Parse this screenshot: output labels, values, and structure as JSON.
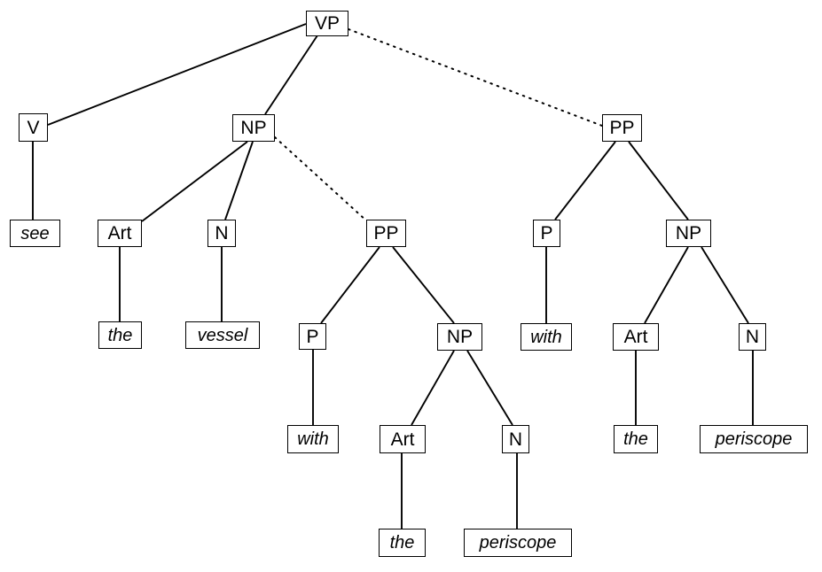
{
  "diagram": {
    "title": "syntactic-tree-pp-attachment-ambiguity",
    "sentence": "see the vessel with the periscope",
    "line_color": "#000000",
    "box_fill": "#ffffff",
    "background": "#ffffff"
  },
  "nodes": {
    "vp_root": {
      "label": "VP",
      "kind": "category"
    },
    "v_1": {
      "label": "V",
      "kind": "category"
    },
    "see_leaf": {
      "label": "see",
      "kind": "leaf"
    },
    "np_1": {
      "label": "NP",
      "kind": "category"
    },
    "art_1": {
      "label": "Art",
      "kind": "category"
    },
    "the_1": {
      "label": "the",
      "kind": "leaf"
    },
    "n_1": {
      "label": "N",
      "kind": "category"
    },
    "vessel_leaf": {
      "label": "vessel",
      "kind": "leaf"
    },
    "pp_mid": {
      "label": "PP",
      "kind": "category"
    },
    "p_mid": {
      "label": "P",
      "kind": "category"
    },
    "with_mid": {
      "label": "with",
      "kind": "leaf"
    },
    "np_mid": {
      "label": "NP",
      "kind": "category"
    },
    "art_mid": {
      "label": "Art",
      "kind": "category"
    },
    "the_mid": {
      "label": "the",
      "kind": "leaf"
    },
    "n_mid": {
      "label": "N",
      "kind": "category"
    },
    "periscope_mid": {
      "label": "periscope",
      "kind": "leaf"
    },
    "pp_right": {
      "label": "PP",
      "kind": "category"
    },
    "p_right": {
      "label": "P",
      "kind": "category"
    },
    "with_right": {
      "label": "with",
      "kind": "leaf"
    },
    "np_right": {
      "label": "NP",
      "kind": "category"
    },
    "art_right": {
      "label": "Art",
      "kind": "category"
    },
    "the_right": {
      "label": "the",
      "kind": "leaf"
    },
    "n_right": {
      "label": "N",
      "kind": "category"
    },
    "periscope_right": {
      "label": "periscope",
      "kind": "leaf"
    }
  },
  "edges": [
    {
      "from": "vp_root",
      "to": "v_1",
      "style": "solid"
    },
    {
      "from": "vp_root",
      "to": "np_1",
      "style": "solid"
    },
    {
      "from": "vp_root",
      "to": "pp_right",
      "style": "dotted"
    },
    {
      "from": "v_1",
      "to": "see_leaf",
      "style": "solid"
    },
    {
      "from": "np_1",
      "to": "art_1",
      "style": "solid"
    },
    {
      "from": "np_1",
      "to": "n_1",
      "style": "solid"
    },
    {
      "from": "np_1",
      "to": "pp_mid",
      "style": "dotted"
    },
    {
      "from": "art_1",
      "to": "the_1",
      "style": "solid"
    },
    {
      "from": "n_1",
      "to": "vessel_leaf",
      "style": "solid"
    },
    {
      "from": "pp_mid",
      "to": "p_mid",
      "style": "solid"
    },
    {
      "from": "pp_mid",
      "to": "np_mid",
      "style": "solid"
    },
    {
      "from": "p_mid",
      "to": "with_mid",
      "style": "solid"
    },
    {
      "from": "np_mid",
      "to": "art_mid",
      "style": "solid"
    },
    {
      "from": "np_mid",
      "to": "n_mid",
      "style": "solid"
    },
    {
      "from": "art_mid",
      "to": "the_mid",
      "style": "solid"
    },
    {
      "from": "n_mid",
      "to": "periscope_mid",
      "style": "solid"
    },
    {
      "from": "pp_right",
      "to": "p_right",
      "style": "solid"
    },
    {
      "from": "pp_right",
      "to": "np_right",
      "style": "solid"
    },
    {
      "from": "p_right",
      "to": "with_right",
      "style": "solid"
    },
    {
      "from": "np_right",
      "to": "art_right",
      "style": "solid"
    },
    {
      "from": "np_right",
      "to": "n_right",
      "style": "solid"
    },
    {
      "from": "art_right",
      "to": "the_right",
      "style": "solid"
    },
    {
      "from": "n_right",
      "to": "periscope_right",
      "style": "solid"
    }
  ]
}
